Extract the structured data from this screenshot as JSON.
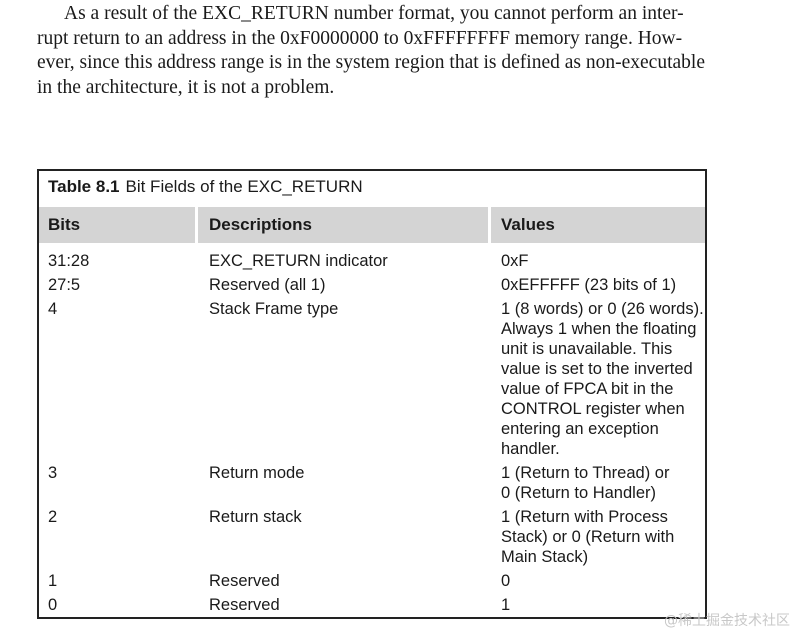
{
  "paragraph": {
    "lines": [
      "As a result of the EXC_RETURN number format, you cannot perform an inter-",
      "rupt return to an address in the 0xF0000000 to 0xFFFFFFFF memory range. How-",
      "ever, since this address range is in the system region that is defined as non-executable",
      "in the architecture, it is not a problem."
    ]
  },
  "table": {
    "caption_number": "Table 8.1",
    "caption_title": "Bit Fields of the EXC_RETURN",
    "headers": [
      "Bits",
      "Descriptions",
      "Values"
    ],
    "rows": [
      {
        "bits": "31:28",
        "description": "EXC_RETURN indicator",
        "value_lines": [
          "0xF"
        ]
      },
      {
        "bits": "27:5",
        "description": "Reserved (all 1)",
        "value_lines": [
          "0xEFFFFF (23 bits of 1)"
        ]
      },
      {
        "bits": "4",
        "description": "Stack Frame type",
        "value_lines": [
          "1 (8 words) or 0 (26 words).",
          "Always 1 when the floating",
          "unit is unavailable. This",
          "value is set to the inverted",
          "value of FPCA bit in the",
          "CONTROL register when",
          "entering an exception",
          "handler."
        ]
      },
      {
        "bits": "3",
        "description": "Return mode",
        "value_lines": [
          "1 (Return to Thread) or",
          "0 (Return to Handler)"
        ]
      },
      {
        "bits": "2",
        "description": "Return stack",
        "value_lines": [
          "1 (Return with Process",
          "Stack) or 0 (Return with",
          "Main Stack)"
        ]
      },
      {
        "bits": "1",
        "description": "Reserved",
        "value_lines": [
          "0"
        ]
      },
      {
        "bits": "0",
        "description": "Reserved",
        "value_lines": [
          "1"
        ]
      }
    ]
  },
  "watermark": "@稀土掘金技术社区"
}
